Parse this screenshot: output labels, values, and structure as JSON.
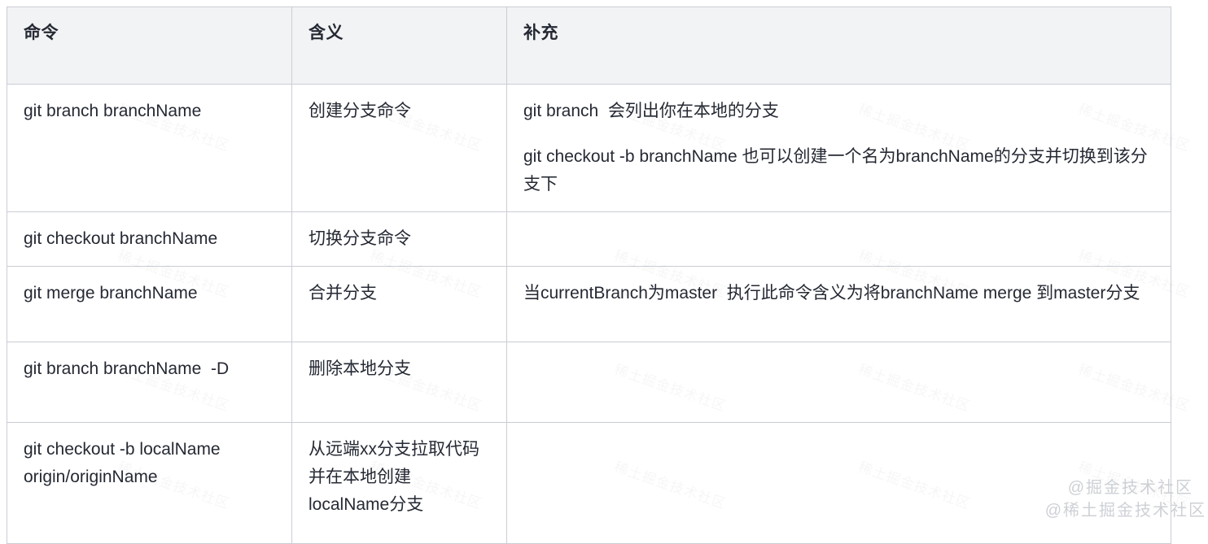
{
  "table": {
    "headers": [
      "命令",
      "含义",
      "补充"
    ],
    "rows": [
      {
        "command": "git branch branchName",
        "meaning": "创建分支命令",
        "notes": [
          "git branch  会列出你在本地的分支",
          "git checkout -b branchName 也可以创建一个名为branchName的分支并切换到该分支下"
        ]
      },
      {
        "command": "git checkout branchName",
        "meaning": "切换分支命令",
        "notes": []
      },
      {
        "command": "git merge branchName",
        "meaning": "合并分支",
        "notes": [
          "当currentBranch为master  执行此命令含义为将branchName merge 到master分支"
        ]
      },
      {
        "command": "git branch branchName  -D",
        "meaning": "删除本地分支",
        "notes": []
      },
      {
        "command": "git checkout -b localName origin/originName",
        "meaning": "从远端xx分支拉取代码并在本地创建localName分支",
        "notes": []
      }
    ]
  },
  "watermarks": {
    "tiled_text": "稀土掘金技术社区",
    "corner_line_1": "@掘金技术社区",
    "corner_line_2": "@稀土掘金技术社区"
  },
  "colors": {
    "text": "#252933",
    "border": "#c9cdd4",
    "header_background": "#f2f3f5",
    "page_background": "#ffffff",
    "watermark": "#b8bdc4"
  }
}
